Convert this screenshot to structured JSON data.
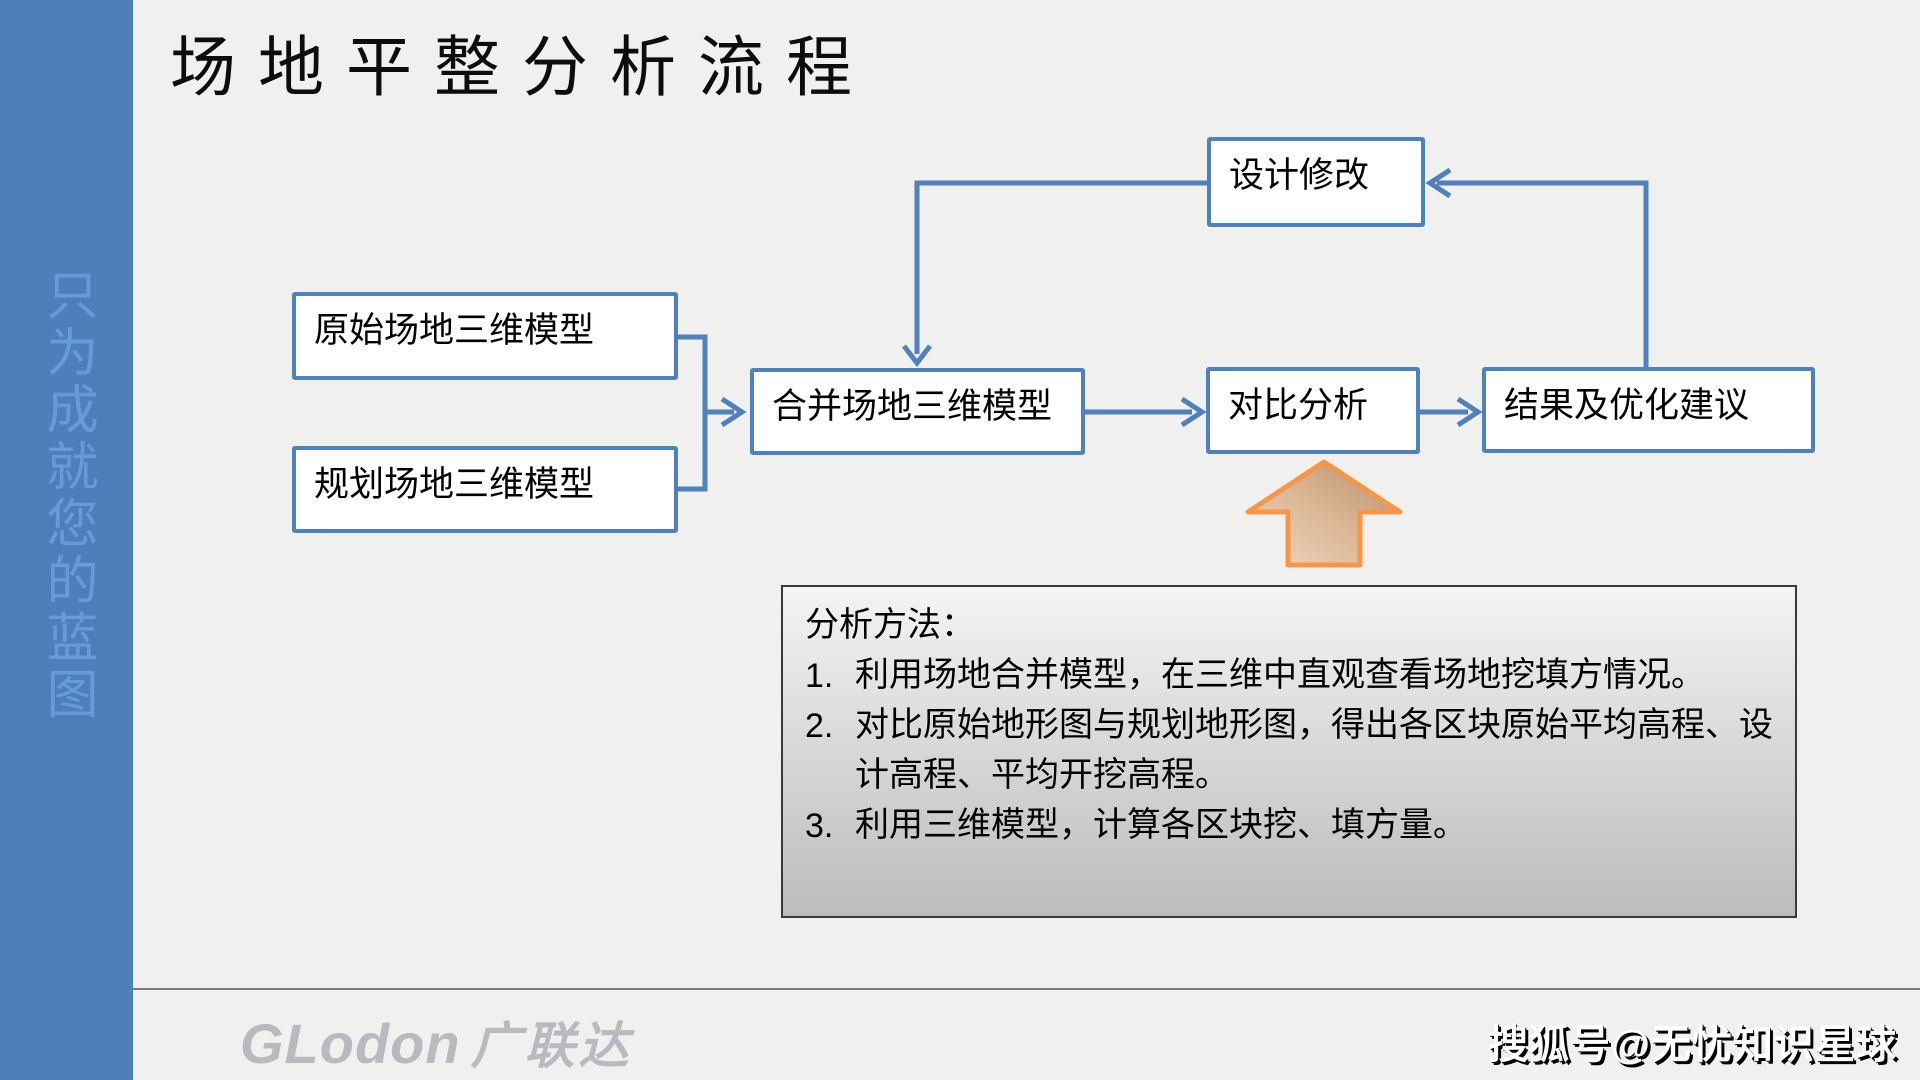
{
  "title": "场地平整分析流程",
  "sidebar": {
    "text": "只为成就您的蓝图",
    "bg_color": "#4e7fba",
    "text_color": "#669bd8"
  },
  "flowchart": {
    "boxes": {
      "original": "原始场地三维模型",
      "planned": "规划场地三维模型",
      "merged": "合并场地三维模型",
      "compare": "对比分析",
      "design": "设计修改",
      "result": "结果及优化建议"
    },
    "line_color": "#4e81bd",
    "box_fill": "#ffffff",
    "orange_arrow_border": "#f79646"
  },
  "analysis": {
    "heading": "分析方法：",
    "items": [
      {
        "num": "1.",
        "text": "利用场地合并模型，在三维中直观查看场地挖填方情况。"
      },
      {
        "num": "2.",
        "text": "对比原始地形图与规划地形图，得出各区块原始平均高程、设计高程、平均开挖高程。"
      },
      {
        "num": "3.",
        "text": "利用三维模型，计算各区块挖、填方量。"
      }
    ]
  },
  "footer": {
    "logo_latin": "GLodon",
    "logo_cjk": "广联达",
    "watermark": "搜狐号@无忧知识星球"
  }
}
